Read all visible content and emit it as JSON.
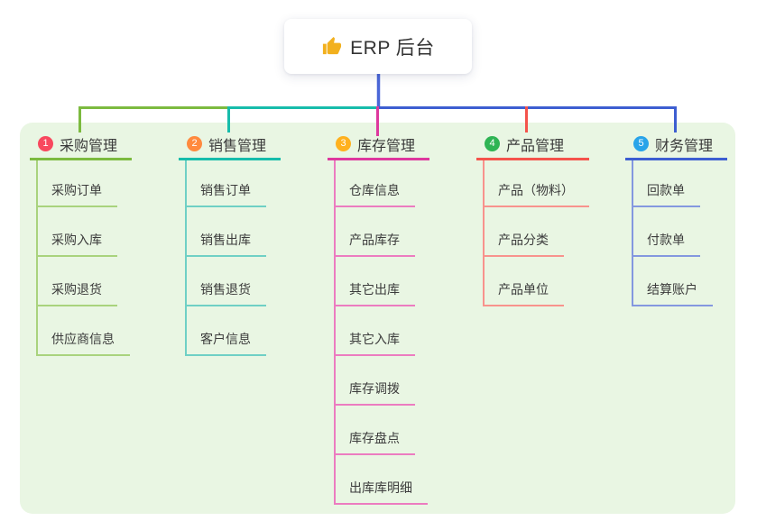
{
  "root": {
    "title": "ERP 后台",
    "icon": "thumbs-up-icon",
    "icon_color": "#F2B01E",
    "line_color": "#4B67D8"
  },
  "panel": {
    "bg_color": "#E9F6E3"
  },
  "branches": [
    {
      "index": "1",
      "label": "采购管理",
      "badge_color": "#F8485E",
      "line_color": "#7CBA3F",
      "child_line_color": "#A9D37D",
      "children": [
        "采购订单",
        "采购入库",
        "采购退货",
        "供应商信息"
      ]
    },
    {
      "index": "2",
      "label": "销售管理",
      "badge_color": "#FF8A3E",
      "line_color": "#17BCAB",
      "child_line_color": "#6FD0C5",
      "children": [
        "销售订单",
        "销售出库",
        "销售退货",
        "客户信息"
      ]
    },
    {
      "index": "3",
      "label": "库存管理",
      "badge_color": "#FFB11E",
      "line_color": "#DE389E",
      "child_line_color": "#EC7CC0",
      "children": [
        "仓库信息",
        "产品库存",
        "其它出库",
        "其它入库",
        "库存调拨",
        "库存盘点",
        "出库库明细"
      ]
    },
    {
      "index": "4",
      "label": "产品管理",
      "badge_color": "#2FB454",
      "line_color": "#F4534C",
      "child_line_color": "#F8938D",
      "children": [
        "产品（物料）",
        "产品分类",
        "产品单位"
      ]
    },
    {
      "index": "5",
      "label": "财务管理",
      "badge_color": "#29A4E9",
      "line_color": "#3D5ED1",
      "child_line_color": "#8498DF",
      "children": [
        "回款单",
        "付款单",
        "结算账户"
      ]
    }
  ]
}
